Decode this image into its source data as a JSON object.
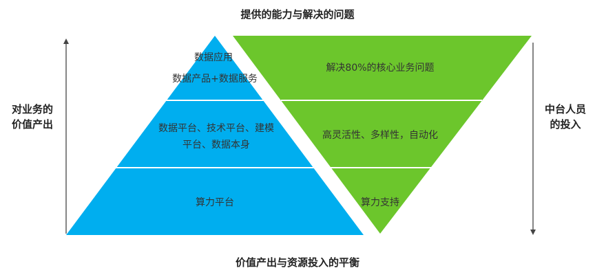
{
  "title": "提供的能力与解决的问题",
  "bottom_caption": "价值产出与资源投入的平衡",
  "left_axis": {
    "line1": "对业务的",
    "line2": "价值产出"
  },
  "right_axis": {
    "line1": "中台人员",
    "line2": "的投入"
  },
  "pyramid": {
    "tiers": [
      {
        "line1": "数据应用",
        "line2": "数据产品+数据服务"
      },
      {
        "line1": "数据平台、技术平台、建模",
        "line2": "平台、数据本身"
      },
      {
        "line1": "算力平台"
      }
    ]
  },
  "inverted": {
    "tiers": [
      {
        "line1": "解决80%的核心业务问题"
      },
      {
        "line1": "高灵活性、多样性，自动化"
      },
      {
        "line1": "算力支持"
      }
    ]
  },
  "colors": {
    "pyramid_fill": "#00AEEF",
    "inverted_fill": "#6CC62C",
    "divider": "#ffffff",
    "axis": "#444444"
  }
}
